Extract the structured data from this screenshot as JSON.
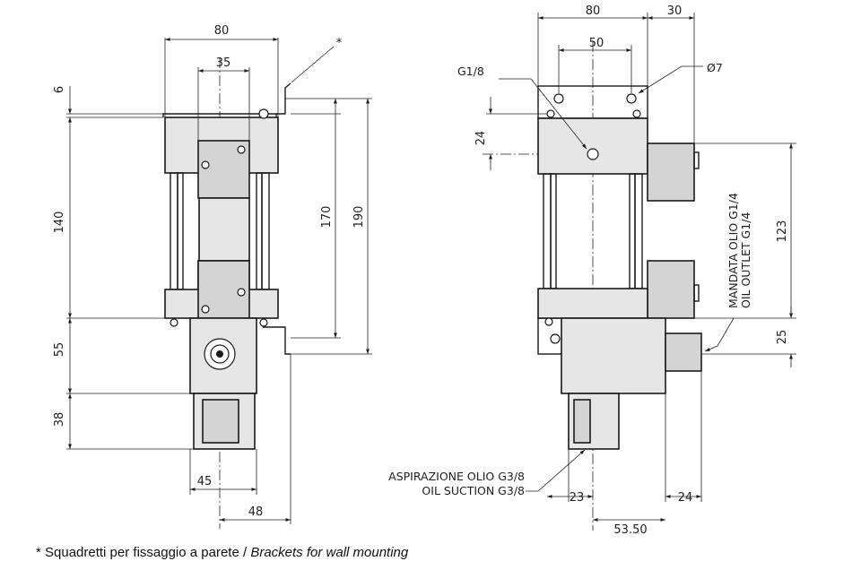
{
  "front_view": {
    "dims": {
      "width_top": "80",
      "width_inner": "35",
      "bracket_offset": "6",
      "height_body": "140",
      "height_170": "170",
      "height_190": "190",
      "height_55": "55",
      "height_38": "38",
      "width_45": "45",
      "width_48": "48"
    },
    "asterisk": "*"
  },
  "side_view": {
    "dims": {
      "width_top": "80",
      "width_side": "30",
      "width_inner": "50",
      "height_24": "24",
      "height_123": "123",
      "height_25": "25",
      "width_23": "23",
      "width_24": "24",
      "width_5350": "53.50"
    },
    "labels": {
      "gauge_port": "G1/8",
      "hole_dia": "Ø7",
      "outlet_it": "MANDATA OLIO G1/4",
      "outlet_en": "OIL OUTLET G1/4",
      "suction_it": "ASPIRAZIONE OLIO G3/8",
      "suction_en": "OIL SUCTION G3/8"
    }
  },
  "footnote": {
    "marker": "*",
    "text_it": "Squadretti per fissaggio a parete /",
    "text_en": "Brackets for wall mounting"
  }
}
